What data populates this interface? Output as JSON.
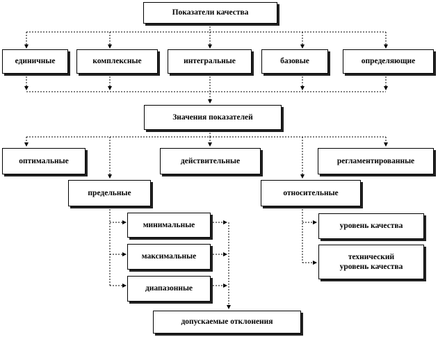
{
  "top": "Показатели качества",
  "types": {
    "single": "единичные",
    "complex": "комплексные",
    "integral": "интегральные",
    "base": "базовые",
    "defining": "определяющие"
  },
  "values_title": "Значения показателей",
  "values": {
    "optimal": "оптимальные",
    "actual": "действительные",
    "regulated": "регламентированные",
    "limit": "предельные",
    "relative": "относительные"
  },
  "limit_kinds": {
    "minimal": "минимальные",
    "maximal": "максимальные",
    "range": "диапазонные"
  },
  "tolerances": "допускаемые отклонения",
  "relative_kinds": {
    "quality_level": "уровень качества",
    "technical_line1": "технический",
    "technical_line2": "уровень качества"
  },
  "colors": {
    "line": "#000000",
    "shadow": "#222222",
    "background": "#ffffff"
  }
}
